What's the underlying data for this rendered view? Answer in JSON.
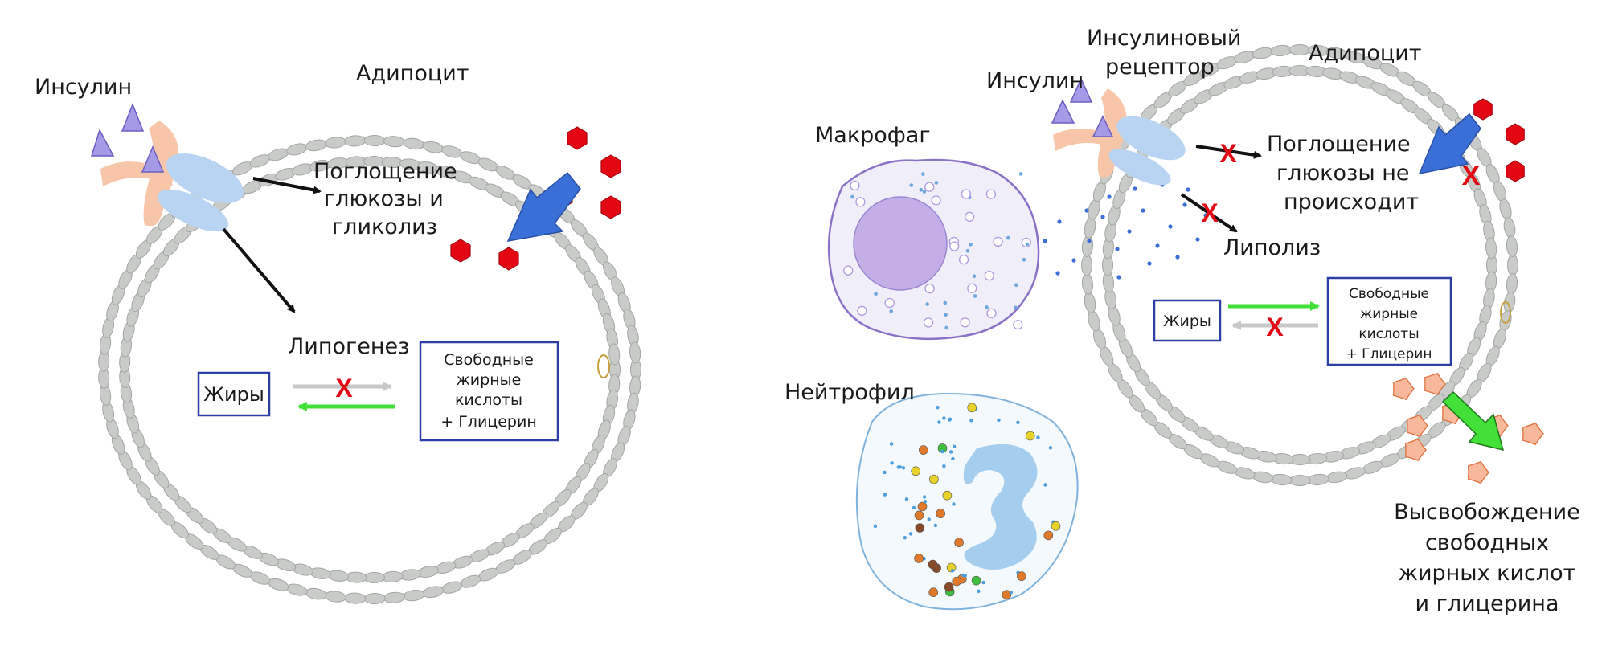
{
  "left": {
    "insulin": "Инсулин",
    "adipocyte": "Адипоцит",
    "glucose_uptake": [
      "Поглощение",
      "глюкозы и",
      "гликолиз"
    ],
    "lipogenesis": "Липогенез",
    "fats": "Жиры",
    "ffa_box": [
      "Свободные",
      "жирные",
      "кислоты",
      "+ Глицерин"
    ],
    "blocked_mark": "X"
  },
  "right": {
    "insulin": "Инсулин",
    "insulin_receptor": [
      "Инсулиновый",
      "рецептор"
    ],
    "adipocyte": "Адипоцит",
    "macrophage": "Макрофаг",
    "neutrophil": "Нейтрофил",
    "no_glucose_uptake": [
      "Поглощение",
      "глюкозы не",
      "происходит"
    ],
    "lipolysis": "Липолиз",
    "fats": "Жиры",
    "ffa_box": [
      "Свободные",
      "жирные",
      "кислоты",
      "+ Глицерин"
    ],
    "ffa_release": [
      "Высвобождение",
      "свободных",
      "жирных кислот",
      "и глицерина"
    ],
    "blocked_mark": "X"
  },
  "colors": {
    "membrane": "#c8cbc8",
    "membrane_stroke": "#a3a7a3",
    "insulin": "#a59ae6",
    "receptor_orange": "#f7c5a8",
    "receptor_blue": "#b8d4f2",
    "glucose": "#e30613",
    "box_border": "#2c3fa5",
    "green_arrow": "#44e03a",
    "gray_arrow": "#c8c8c8",
    "blue_arrow": "#3b6fd8",
    "x_mark": "#e30613",
    "macrophage_fill": "#f0eef8",
    "macrophage_nucleus": "#c4aee8",
    "neutrophil_nucleus": "#a5cdee",
    "ffa_particle": "#f7b89c"
  }
}
